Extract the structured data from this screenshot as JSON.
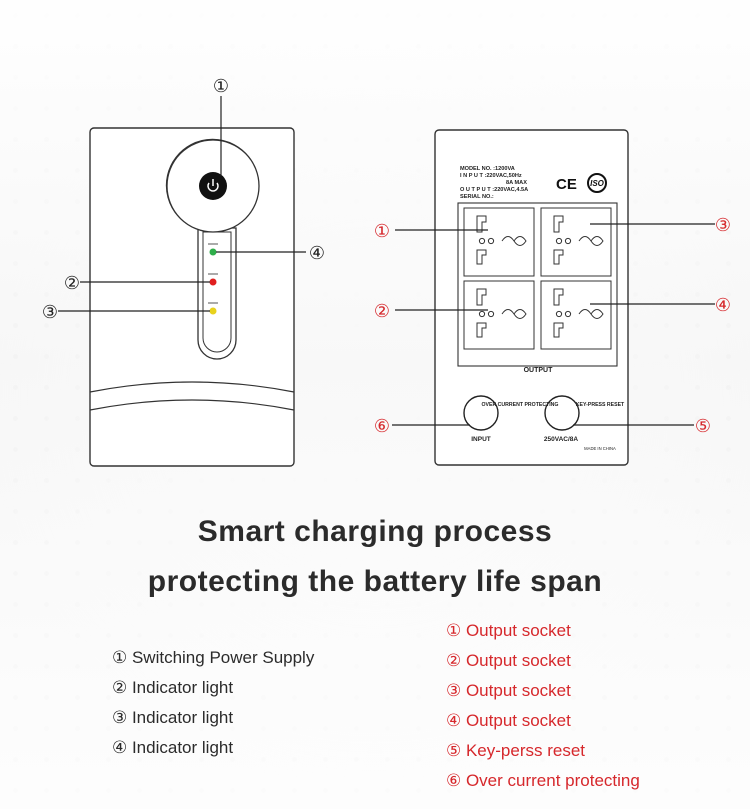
{
  "front_panel": {
    "callout_numbers": [
      "①",
      "②",
      "③",
      "④"
    ]
  },
  "rear_panel": {
    "label_lines": [
      "MODEL NO. :1200VA",
      "I N P U T :220VAC,50Hz",
      "8A MAX",
      "O U T P U T :220VAC,4.5A",
      "SERIAL NO.:"
    ],
    "ce_mark": "CE",
    "iso_mark": "ISO",
    "output_label": "OUTPUT",
    "breaker_label": "OVER CURRENT PROTECTING",
    "reset_label": "KEY-PRESS RESET",
    "input_label": "INPUT",
    "rating_label": "250VAC/8A",
    "made_in": "MADE IN CHINA",
    "callout_numbers": [
      "①",
      "②",
      "③",
      "④",
      "⑤",
      "⑥"
    ]
  },
  "headline": {
    "line1": "Smart charging process",
    "line2": "protecting the battery life span"
  },
  "front_legend": [
    "① Switching Power Supply",
    "② Indicator light",
    "③ Indicator light",
    "④ Indicator light"
  ],
  "rear_legend": [
    "① Output socket",
    "② Output socket",
    "③ Output socket",
    "④ Output socket",
    "⑤ Key-perss reset",
    "⑥ Over current protecting"
  ],
  "colors": {
    "accent_red": "#d6282c",
    "led_green": "#2fae4a",
    "led_red": "#e02020",
    "led_yellow": "#e8d21c"
  }
}
